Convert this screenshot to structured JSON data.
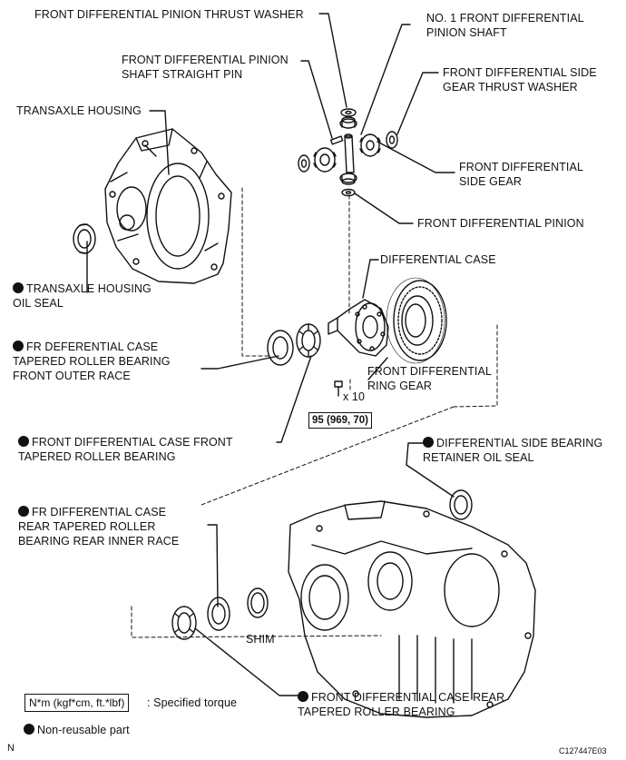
{
  "labels": {
    "pinion_thrust_washer": "FRONT DIFFERENTIAL PINION THRUST WASHER",
    "pinion_shaft": "NO. 1 FRONT DIFFERENTIAL\nPINION SHAFT",
    "straight_pin": "FRONT DIFFERENTIAL PINION\nSHAFT STRAIGHT PIN",
    "side_gear_thrust_washer": "FRONT DIFFERENTIAL SIDE\nGEAR THRUST WASHER",
    "transaxle_housing": "TRANSAXLE HOUSING",
    "side_gear": "FRONT DIFFERENTIAL\nSIDE GEAR",
    "pinion": "FRONT DIFFERENTIAL PINION",
    "differential_case": "DIFFERENTIAL CASE",
    "housing_oil_seal": "TRANSAXLE HOUSING\nOIL SEAL",
    "front_outer_race": "FR DEFERENTIAL CASE\nTAPERED ROLLER BEARING\nFRONT OUTER RACE",
    "ring_gear": "FRONT DIFFERENTIAL\nRING GEAR",
    "bolt_count": "x 10",
    "front_bearing": "FRONT DIFFERENTIAL CASE FRONT\nTAPERED ROLLER BEARING",
    "retainer_oil_seal": "DIFFERENTIAL SIDE BEARING\nRETAINER OIL SEAL",
    "rear_inner_race": "FR DIFFERENTIAL CASE\nREAR TAPERED ROLLER\nBEARING REAR INNER RACE",
    "shim": "SHIM",
    "rear_bearing": "FRONT DIFFERENTIAL CASE REAR\nTAPERED ROLLER BEARING"
  },
  "torque_value": "95 (969, 70)",
  "legend": {
    "torque_box": "N*m (kgf*cm, ft.*lbf)",
    "torque_text": ": Specified torque",
    "nonreusable_text": "Non-reusable part"
  },
  "corner_letter": "N",
  "figure_code": "C127447E03",
  "colors": {
    "ink": "#111111",
    "background": "#ffffff"
  }
}
